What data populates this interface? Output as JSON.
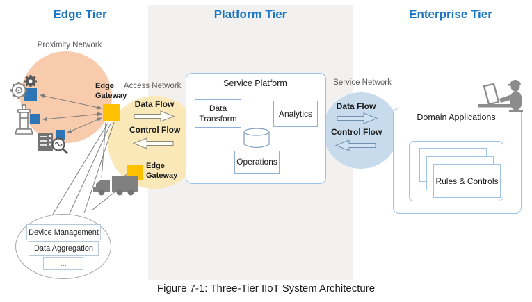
{
  "titles": {
    "edge_tier": "Edge Tier",
    "platform_tier": "Platform Tier",
    "enterprise_tier": "Enterprise Tier"
  },
  "edge_tier": {
    "proximity_network_label": "Proximity Network",
    "access_network_label": "Access Network",
    "gateway_top_label": "Edge Gateway",
    "gateway_bottom_label": "Edge Gateway",
    "access_data_flow_label": "Data Flow",
    "access_control_flow_label": "Control Flow",
    "management_items": [
      "Device Management",
      "Data Aggregation",
      "..."
    ]
  },
  "platform_tier": {
    "service_platform_title": "Service Platform",
    "data_transform_label": "Data Transform",
    "analytics_label": "Analytics",
    "operations_label": "Operations"
  },
  "enterprise_tier": {
    "service_network_label": "Service Network",
    "service_data_flow_label": "Data Flow",
    "service_control_flow_label": "Control Flow",
    "domain_applications_title": "Domain Applications",
    "rules_controls_label": "Rules & Controls"
  },
  "caption": "Figure 7-1: Three-Tier IIoT System Architecture",
  "icons": {
    "gears": "gears-icon",
    "actuator": "actuator-icon",
    "sensor_analysis": "sensor-analysis-icon",
    "truck": "truck-icon",
    "person_laptop": "person-laptop-icon",
    "database": "database-cylinder-icon"
  },
  "colors": {
    "tier_title": "#1B77C4",
    "gateway": "#FFC000",
    "device_node": "#2E75B6",
    "proximity_circle": "#F7CBAC",
    "access_circle": "#FAE8B8",
    "service_circle": "#C7DBED",
    "box_border": "#9DC3E6",
    "gray_band": "#F2F1F0"
  }
}
